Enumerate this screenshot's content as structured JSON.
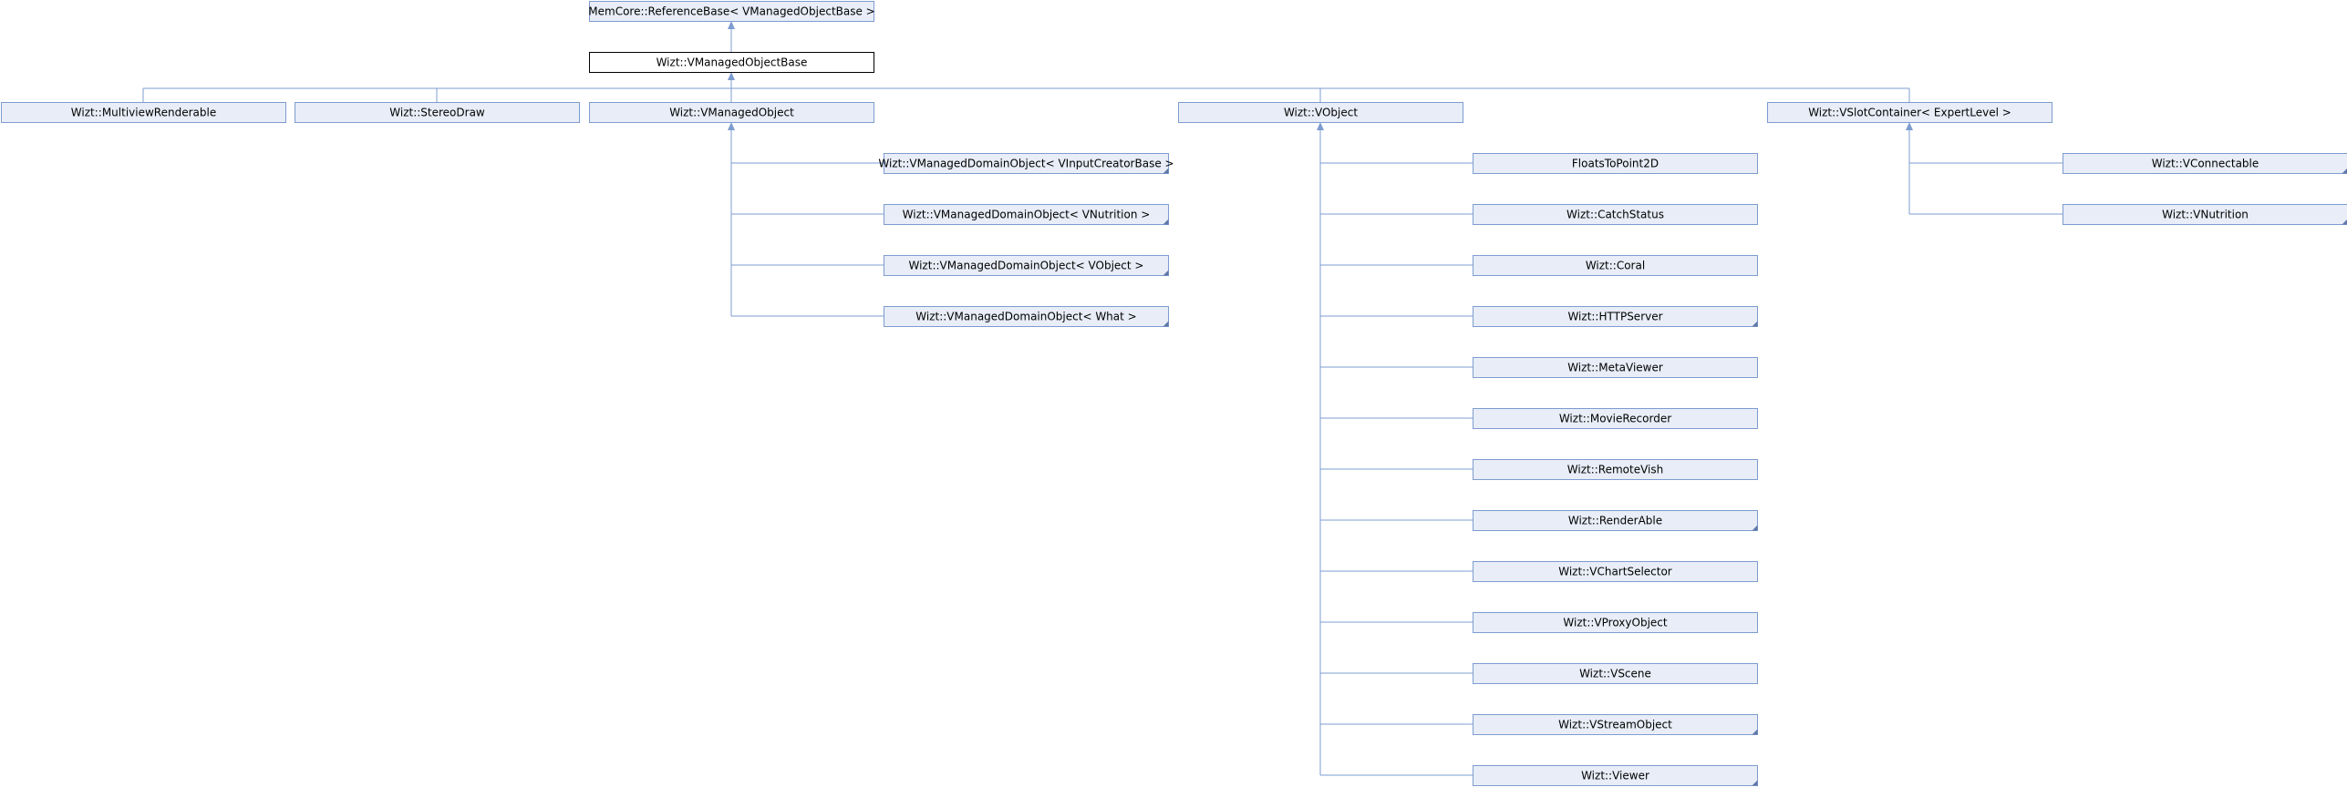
{
  "diagram": {
    "nodes": [
      {
        "id": "refbase",
        "label": "MemCore::ReferenceBase< VManagedObjectBase >",
        "kind": "base"
      },
      {
        "id": "vmob",
        "label": "Wizt::VManagedObjectBase",
        "kind": "current"
      },
      {
        "id": "multiview",
        "label": "Wizt::MultiviewRenderable"
      },
      {
        "id": "stereodraw",
        "label": "Wizt::StereoDraw"
      },
      {
        "id": "vmo",
        "label": "Wizt::VManagedObject"
      },
      {
        "id": "vobject",
        "label": "Wizt::VObject"
      },
      {
        "id": "vslot",
        "label": "Wizt::VSlotContainer< ExpertLevel >"
      },
      {
        "id": "vmdo_input",
        "label": "Wizt::VManagedDomainObject< VInputCreatorBase >",
        "more": true
      },
      {
        "id": "vmdo_nutrition",
        "label": "Wizt::VManagedDomainObject< VNutrition >",
        "more": true
      },
      {
        "id": "vmdo_vobject",
        "label": "Wizt::VManagedDomainObject< VObject >",
        "more": true
      },
      {
        "id": "vmdo_what",
        "label": "Wizt::VManagedDomainObject< What >",
        "more": true
      },
      {
        "id": "floats",
        "label": "FloatsToPoint2D"
      },
      {
        "id": "catchstatus",
        "label": "Wizt::CatchStatus"
      },
      {
        "id": "coral",
        "label": "Wizt::Coral"
      },
      {
        "id": "httpserver",
        "label": "Wizt::HTTPServer",
        "more": true
      },
      {
        "id": "metaviewer",
        "label": "Wizt::MetaViewer"
      },
      {
        "id": "movierecorder",
        "label": "Wizt::MovieRecorder"
      },
      {
        "id": "remotevish",
        "label": "Wizt::RemoteVish"
      },
      {
        "id": "renderable",
        "label": "Wizt::RenderAble",
        "more": true
      },
      {
        "id": "vchartselector",
        "label": "Wizt::VChartSelector"
      },
      {
        "id": "vproxyobject",
        "label": "Wizt::VProxyObject"
      },
      {
        "id": "vscene",
        "label": "Wizt::VScene"
      },
      {
        "id": "vstreamobject",
        "label": "Wizt::VStreamObject",
        "more": true
      },
      {
        "id": "viewer",
        "label": "Wizt::Viewer",
        "more": true
      },
      {
        "id": "vconnectable",
        "label": "Wizt::VConnectable",
        "more": true
      },
      {
        "id": "vnutrition",
        "label": "Wizt::VNutrition",
        "more": true
      }
    ],
    "edges": [
      [
        "vmob",
        "refbase"
      ],
      [
        "multiview",
        "vmob"
      ],
      [
        "stereodraw",
        "vmob"
      ],
      [
        "vmo",
        "vmob"
      ],
      [
        "vobject",
        "vmob"
      ],
      [
        "vslot",
        "vmob"
      ],
      [
        "vmdo_input",
        "vmo"
      ],
      [
        "vmdo_nutrition",
        "vmo"
      ],
      [
        "vmdo_vobject",
        "vmo"
      ],
      [
        "vmdo_what",
        "vmo"
      ],
      [
        "floats",
        "vobject"
      ],
      [
        "catchstatus",
        "vobject"
      ],
      [
        "coral",
        "vobject"
      ],
      [
        "httpserver",
        "vobject"
      ],
      [
        "metaviewer",
        "vobject"
      ],
      [
        "movierecorder",
        "vobject"
      ],
      [
        "remotevish",
        "vobject"
      ],
      [
        "renderable",
        "vobject"
      ],
      [
        "vchartselector",
        "vobject"
      ],
      [
        "vproxyobject",
        "vobject"
      ],
      [
        "vscene",
        "vobject"
      ],
      [
        "vstreamobject",
        "vobject"
      ],
      [
        "viewer",
        "vobject"
      ],
      [
        "vconnectable",
        "vslot"
      ],
      [
        "vnutrition",
        "vslot"
      ]
    ]
  },
  "colors": {
    "node_fill": "#e8edf7",
    "node_border": "#7d9cd0",
    "current_fill": "#ffffff",
    "current_border": "#000000",
    "edge": "#7d9cd0"
  }
}
